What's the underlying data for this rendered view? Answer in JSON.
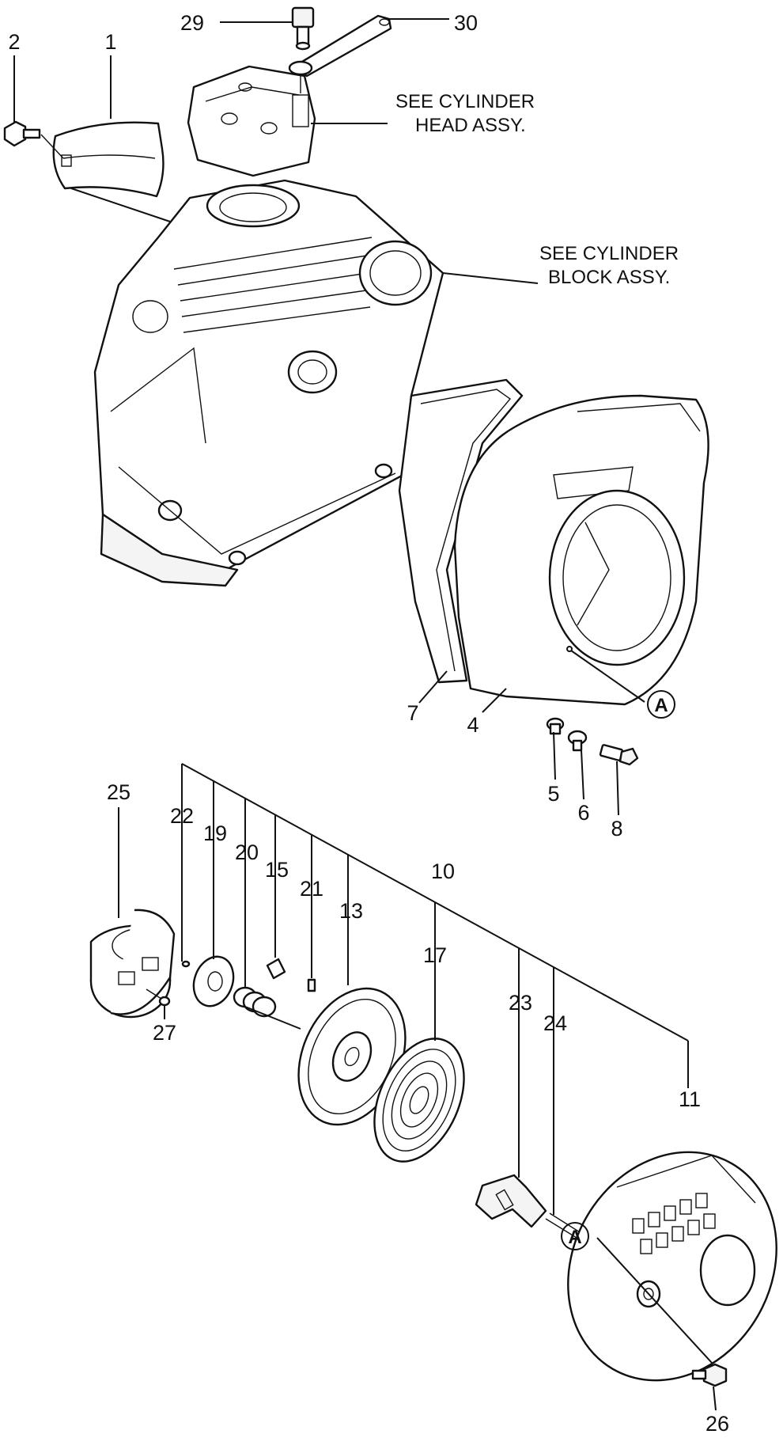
{
  "notes": {
    "head_line1": "SEE CYLINDER",
    "head_line2": "HEAD ASSY.",
    "block_line1": "SEE CYLINDER",
    "block_line2": "BLOCK ASSY."
  },
  "callouts": {
    "c1": "1",
    "c2": "2",
    "c4": "4",
    "c5": "5",
    "c6": "6",
    "c7": "7",
    "c8": "8",
    "c10": "10",
    "c11": "11",
    "c13": "13",
    "c15": "15",
    "c17": "17",
    "c19": "19",
    "c20": "20",
    "c21": "21",
    "c22": "22",
    "c23": "23",
    "c24": "24",
    "c25": "25",
    "c26": "26",
    "c27": "27",
    "c29": "29",
    "c30": "30"
  },
  "markers": {
    "a_top": "A",
    "a_bottom": "A"
  }
}
